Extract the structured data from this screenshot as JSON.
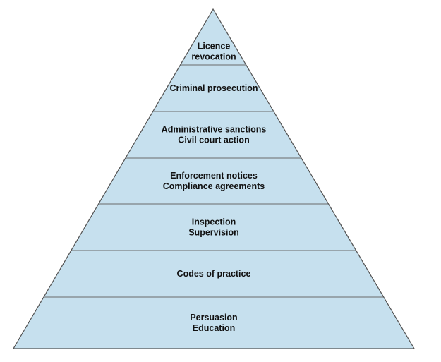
{
  "pyramid": {
    "colors": {
      "fill": "#c6e0ee",
      "stroke": "#6a6a6a",
      "text": "#111111"
    },
    "tiers": [
      {
        "lines": [
          "Licence",
          "revocation"
        ]
      },
      {
        "lines": [
          "Criminal prosecution"
        ]
      },
      {
        "lines": [
          "Administrative sanctions",
          "Civil court action"
        ]
      },
      {
        "lines": [
          "Enforcement notices",
          "Compliance agreements"
        ]
      },
      {
        "lines": [
          "Inspection",
          "Supervision"
        ]
      },
      {
        "lines": [
          "Codes of practice"
        ]
      },
      {
        "lines": [
          "Persuasion",
          "Education"
        ]
      }
    ]
  }
}
